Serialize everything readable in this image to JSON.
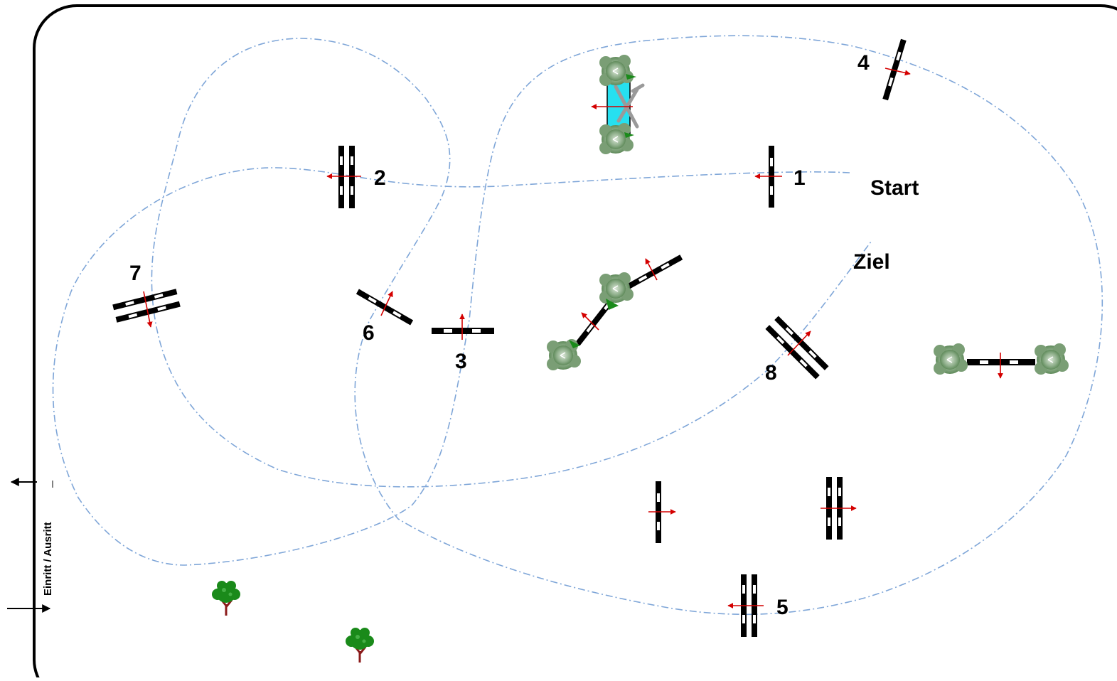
{
  "labels": {
    "start": "Start",
    "finish": "Ziel",
    "entrance": "Einritt / Ausritt"
  },
  "obstacles": {
    "n1": "1",
    "n2": "2",
    "n3": "3",
    "n4": "4",
    "n5": "5",
    "n6": "6",
    "n7": "7",
    "n8": "8"
  },
  "colors": {
    "route": "#7fa6d8",
    "direction_arrow": "#d40000",
    "bush": "#6f9b6a",
    "tree_foliage": "#1a8a1a",
    "tree_trunk": "#8b1a1a",
    "water": "#26e0f0",
    "arena_border": "#000000"
  }
}
